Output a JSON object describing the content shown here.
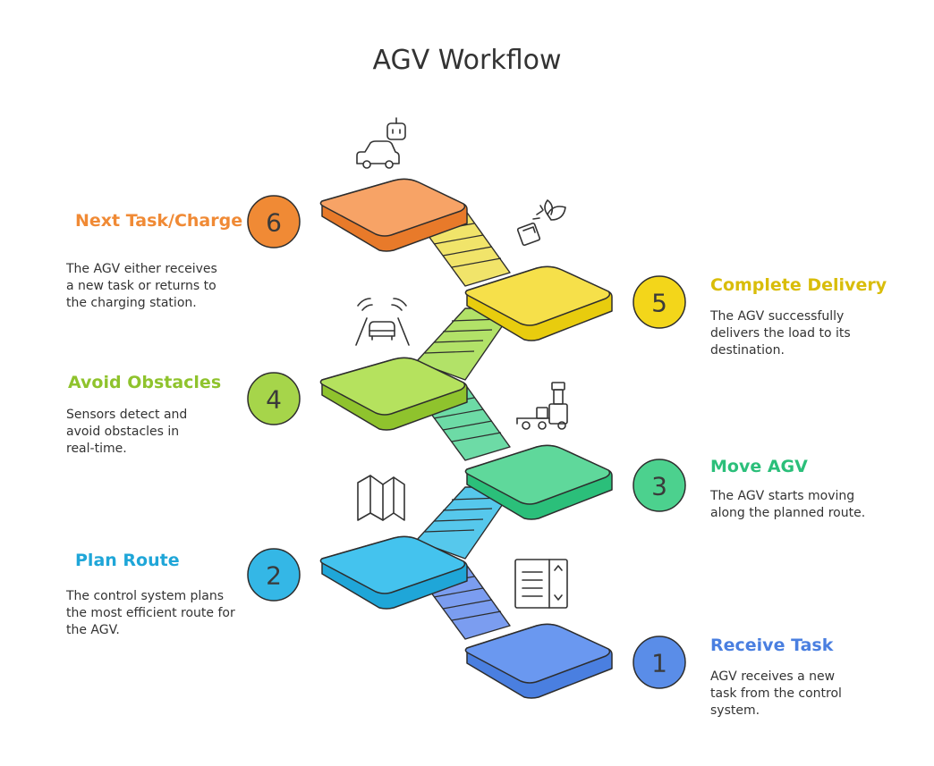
{
  "title": "AGV Workflow",
  "steps": [
    {
      "number": "1",
      "title": "Receive Task",
      "desc": [
        "AGV receives a new",
        "task from the control",
        "system."
      ],
      "color": "#4a7fe0",
      "icon": "list-panel-icon"
    },
    {
      "number": "2",
      "title": "Plan Route",
      "desc": [
        "The control system plans",
        "the most efficient route for",
        "the AGV."
      ],
      "color": "#1fa6d8",
      "icon": "map-icon"
    },
    {
      "number": "3",
      "title": "Move AGV",
      "desc": [
        "The AGV starts moving",
        "along the planned route."
      ],
      "color": "#2bbf7a",
      "icon": "forklift-icon"
    },
    {
      "number": "4",
      "title": "Avoid Obstacles",
      "desc": [
        "Sensors detect and",
        "avoid obstacles in",
        "real-time."
      ],
      "color": "#8fc32d",
      "icon": "car-sensor-icon"
    },
    {
      "number": "5",
      "title": "Complete Delivery",
      "desc": [
        "The AGV successfully",
        "delivers the load to its",
        "destination."
      ],
      "color": "#e5c80c",
      "icon": "package-delivered-icon"
    },
    {
      "number": "6",
      "title": "Next Task/Charge",
      "desc": [
        "The AGV either receives",
        "a new task or returns to",
        "the charging station."
      ],
      "color": "#f08a35",
      "icon": "robot-car-icon"
    }
  ]
}
